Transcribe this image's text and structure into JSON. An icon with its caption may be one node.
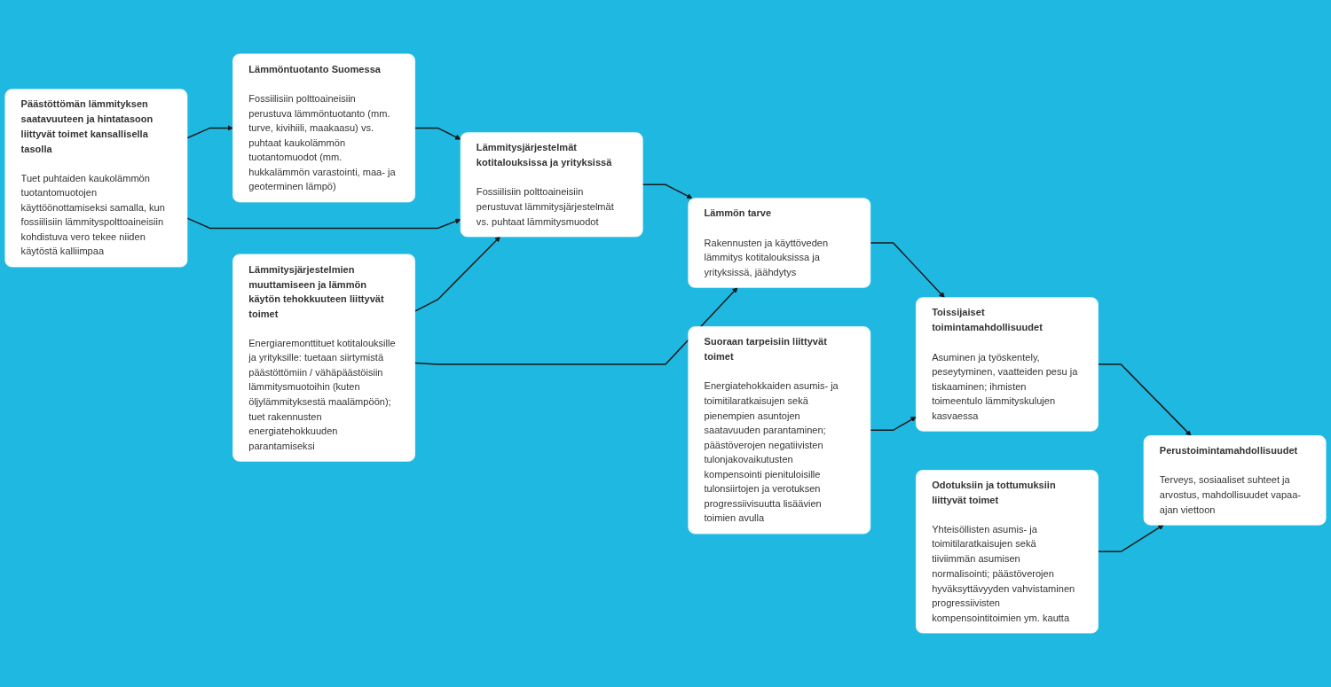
{
  "diagram": {
    "nodes": [
      {
        "text": [
          "Lämmöntuotanto Suomessa",
          "Fossiilisiin polttoaineisiin perustuva lämmöntuotanto (mm. turve, kivihiili, maakaasu) vs. puhtaat kaukolämmön tuotantomuodot (mm. hukkalämmön varastointi, maa- ja geoterminen lämpö)"
        ]
      },
      {
        "text": [
          "Lämmitysjärjestelmät kotitalouksissa ja yrityksissä",
          "Fossiilisiin polttoaineisiin perustuvat lämmitysjärjestelmät vs. puhtaat lämmitysmuodot"
        ]
      },
      {
        "text": [
          "Lämmön tarve",
          "Rakennusten ja käyttöveden lämmitys kotitalouksissa ja yrityksissä, jäähdytys"
        ]
      },
      {
        "text": [
          "Toissijaiset toimintamahdollisuudet",
          "Asuminen ja työskentely, peseytyminen, vaatteiden pesu ja tiskaaminen; ihmisten toimeentulo lämmityskulujen kasvaessa"
        ]
      },
      {
        "text": [
          "Perustoimintamahdollisuudet",
          "Terveys, sosiaaliset suhteet ja arvostus, mahdollisuudet vapaa-ajan viettoon"
        ]
      },
      {
        "text": [
          "Päästöttömän lämmityksen saatavuuteen ja hintatasoon liittyvät toimet kansallisella tasolla",
          "Tuet puhtaiden kaukolämmön tuotantomuotojen käyttöönottamiseksi samalla, kun fossiilisiin lämmityspolttoaineisiin kohdistuva vero tekee niiden käytöstä kalliimpaa"
        ]
      },
      {
        "text": [
          "Lämmitysjärjestelmien muuttamiseen ja lämmön käytön tehokkuuteen liittyvät toimet",
          "Energiaremonttituet kotitalouksille ja yrityksille: tuetaan siirtymistä päästöttömiin / vähäpäästöisiin lämmitysmuotoihin (kuten öljylämmityksestä maalämpöön); tuet rakennusten energiatehokkuuden parantamiseksi"
        ]
      },
      {
        "text": [
          "Suoraan tarpeisiin liittyvät toimet",
          "Energiatehokkaiden asumis- ja toimitilaratkaisujen sekä pienempien asuntojen saatavuuden parantaminen; päästöverojen negatiivisten tulonjakovaikutusten kompensointi pienituloisille tulonsiirtojen ja verotuksen progressiivisuutta lisäävien toimien avulla"
        ]
      },
      {
        "text": [
          "Odotuksiin ja tottumuksiin liittyvät toimet",
          "Yhteisöllisten asumis- ja toimitilaratkaisujen sekä tiiviimmän asumisen normalisointi; päästöverojen hyväksyttävyyden vahvistaminen progressiivisten kompensointitoimien ym. kautta"
        ]
      }
    ],
    "edges": [
      {
        "from": 0,
        "to": 1,
        "arrow": "to"
      },
      {
        "from": 1,
        "to": 2,
        "arrow": "to"
      },
      {
        "from": 2,
        "to": 3,
        "arrow": "to"
      },
      {
        "from": 3,
        "to": 4,
        "arrow": "to"
      },
      {
        "from": 5,
        "to": 0,
        "arrow": "to"
      },
      {
        "from": 5,
        "to": 1,
        "arrow": "to"
      },
      {
        "from": 6,
        "to": 1,
        "arrow": "to"
      },
      {
        "from": 6,
        "to": 2,
        "arrow": "to"
      },
      {
        "from": 7,
        "to": 3,
        "arrow": "to"
      },
      {
        "from": 8,
        "to": 4,
        "arrow": "to"
      }
    ]
  }
}
